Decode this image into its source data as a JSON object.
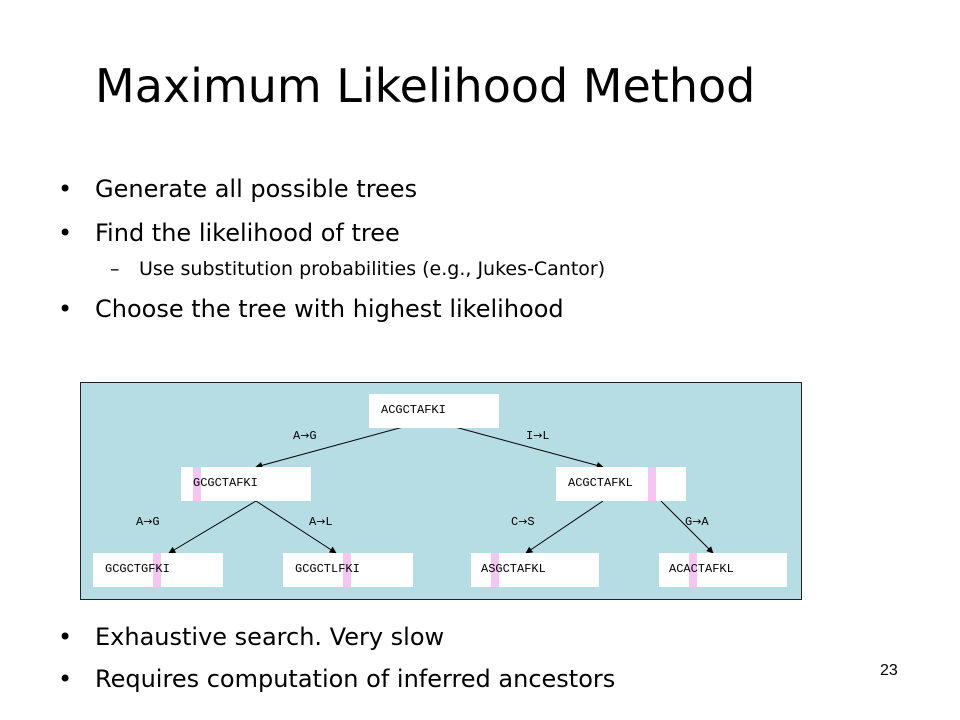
{
  "slide": {
    "title": "Maximum Likelihood Method",
    "page_number": "23"
  },
  "bullets_top": [
    {
      "text": "Generate all possible trees"
    },
    {
      "text": "Find the likelihood of tree"
    },
    {
      "text": "Choose the tree with highest likelihood"
    }
  ],
  "sub_bullet": {
    "text": "Use substitution probabilities (e.g., Jukes-Cantor)"
  },
  "bullets_bottom": [
    {
      "text": "Exhaustive search. Very slow"
    },
    {
      "text": "Requires computation of inferred ancestors"
    }
  ],
  "symbols": {
    "bullet": "•",
    "dash": "–",
    "arrow": "→"
  },
  "tree": {
    "root": {
      "seq": "ACGCTAFKI"
    },
    "left": {
      "seq": "GCGCTAFKI"
    },
    "right": {
      "seq": "ACGCTAFKL"
    },
    "leaves": [
      {
        "seq": "GCGCTGFKI"
      },
      {
        "seq": "GCGCTLFKI"
      },
      {
        "seq": "ASGCTAFKL"
      },
      {
        "seq": "ACACTAFKL"
      }
    ],
    "edge_labels": {
      "root_left": {
        "from": "A",
        "to": "G"
      },
      "root_right": {
        "from": "I",
        "to": "L"
      },
      "left_leaf1": {
        "from": "A",
        "to": "G"
      },
      "left_leaf2": {
        "from": "A",
        "to": "L"
      },
      "right_leaf1": {
        "from": "C",
        "to": "S"
      },
      "right_leaf2": {
        "from": "G",
        "to": "A"
      }
    },
    "colors": {
      "panel": "#b6dde3",
      "node": "#ffffff",
      "highlight": "#f5c6f2"
    }
  }
}
